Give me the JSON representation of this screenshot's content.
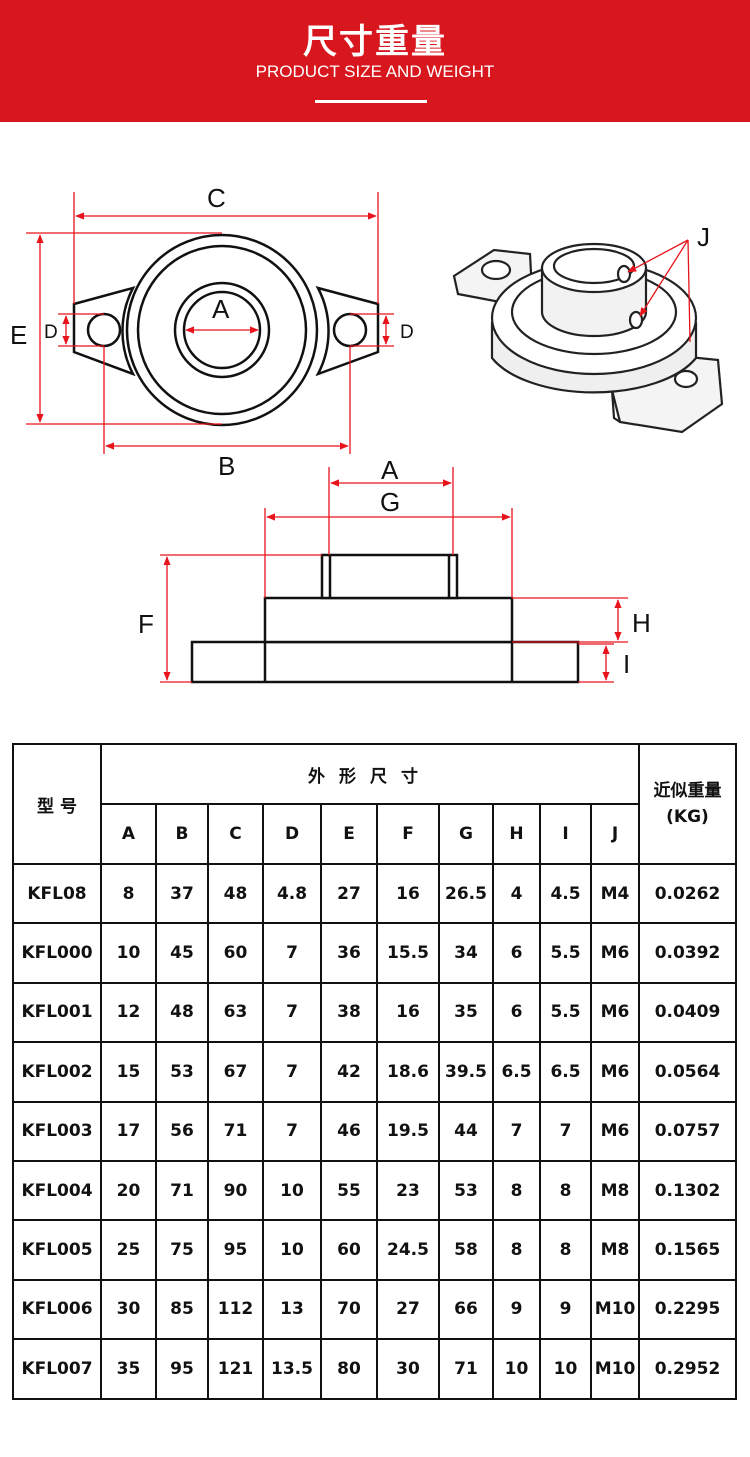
{
  "header": {
    "title": "尺寸重量",
    "subtitle": "PRODUCT SIZE AND WEIGHT"
  },
  "drawing_labels": {
    "A": "A",
    "B": "B",
    "C": "C",
    "D": "D",
    "E": "E",
    "F": "F",
    "G": "G",
    "H": "H",
    "I": "I",
    "J": "J"
  },
  "table": {
    "model_header": "型 号",
    "dims_header": "外形尺寸",
    "weight_header": "近似重量",
    "weight_unit": "(KG)",
    "columns": [
      "A",
      "B",
      "C",
      "D",
      "E",
      "F",
      "G",
      "H",
      "I",
      "J"
    ],
    "rows": [
      {
        "model": "KFL08",
        "values": [
          "8",
          "37",
          "48",
          "4.8",
          "27",
          "16",
          "26.5",
          "4",
          "4.5",
          "M4"
        ],
        "weight": "0.0262"
      },
      {
        "model": "KFL000",
        "values": [
          "10",
          "45",
          "60",
          "7",
          "36",
          "15.5",
          "34",
          "6",
          "5.5",
          "M6"
        ],
        "weight": "0.0392"
      },
      {
        "model": "KFL001",
        "values": [
          "12",
          "48",
          "63",
          "7",
          "38",
          "16",
          "35",
          "6",
          "5.5",
          "M6"
        ],
        "weight": "0.0409"
      },
      {
        "model": "KFL002",
        "values": [
          "15",
          "53",
          "67",
          "7",
          "42",
          "18.6",
          "39.5",
          "6.5",
          "6.5",
          "M6"
        ],
        "weight": "0.0564"
      },
      {
        "model": "KFL003",
        "values": [
          "17",
          "56",
          "71",
          "7",
          "46",
          "19.5",
          "44",
          "7",
          "7",
          "M6"
        ],
        "weight": "0.0757"
      },
      {
        "model": "KFL004",
        "values": [
          "20",
          "71",
          "90",
          "10",
          "55",
          "23",
          "53",
          "8",
          "8",
          "M8"
        ],
        "weight": "0.1302"
      },
      {
        "model": "KFL005",
        "values": [
          "25",
          "75",
          "95",
          "10",
          "60",
          "24.5",
          "58",
          "8",
          "8",
          "M8"
        ],
        "weight": "0.1565"
      },
      {
        "model": "KFL006",
        "values": [
          "30",
          "85",
          "112",
          "13",
          "70",
          "27",
          "66",
          "9",
          "9",
          "M10"
        ],
        "weight": "0.2295"
      },
      {
        "model": "KFL007",
        "values": [
          "35",
          "95",
          "121",
          "13.5",
          "80",
          "30",
          "71",
          "10",
          "10",
          "M10"
        ],
        "weight": "0.2952"
      }
    ]
  },
  "colors": {
    "banner": "#d7161d",
    "dimension_line": "#e8141c",
    "outline": "#111111"
  }
}
